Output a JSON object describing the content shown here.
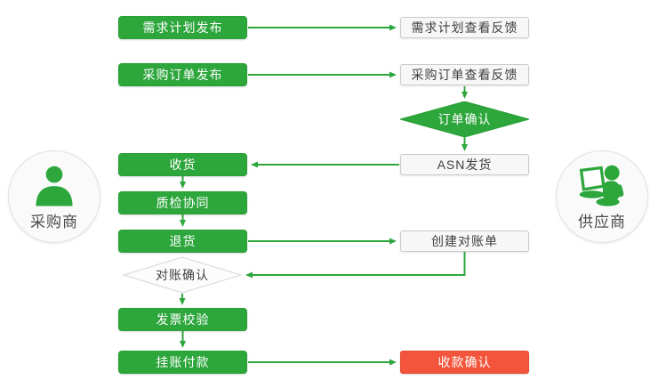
{
  "diagram_type": "flowchart",
  "colors": {
    "green": "#2DA63C",
    "red": "#F2553C",
    "white_box_bg": "#F7F7F7",
    "white_box_border": "#CBCBCB",
    "dark_text": "#404040"
  },
  "actors": {
    "buyer": {
      "label": "采购商",
      "icon": "person-icon"
    },
    "supplier": {
      "label": "供应商",
      "icon": "person-with-laptop-icon"
    }
  },
  "nodes": {
    "demand_plan_publish": {
      "label": "需求计划发布",
      "style": "green-box"
    },
    "demand_plan_feedback": {
      "label": "需求计划查看反馈",
      "style": "white-box"
    },
    "po_publish": {
      "label": "采购订单发布",
      "style": "green-box"
    },
    "po_feedback": {
      "label": "采购订单查看反馈",
      "style": "white-box"
    },
    "order_confirm": {
      "label": "订单确认",
      "style": "green-diamond"
    },
    "asn_ship": {
      "label": "ASN发货",
      "style": "white-box"
    },
    "receive": {
      "label": "收货",
      "style": "green-box"
    },
    "quality_check": {
      "label": "质检协同",
      "style": "green-box"
    },
    "return_goods": {
      "label": "退货",
      "style": "green-box"
    },
    "create_statement": {
      "label": "创建对账单",
      "style": "white-box"
    },
    "statement_confirm": {
      "label": "对账确认",
      "style": "white-diamond"
    },
    "invoice_check": {
      "label": "发票校验",
      "style": "green-box"
    },
    "pending_payment": {
      "label": "挂账付款",
      "style": "green-box"
    },
    "payment_confirm": {
      "label": "收款确认",
      "style": "red-box"
    }
  },
  "edges": [
    {
      "from": "demand_plan_publish",
      "to": "demand_plan_feedback"
    },
    {
      "from": "po_publish",
      "to": "po_feedback"
    },
    {
      "from": "po_feedback",
      "to": "order_confirm"
    },
    {
      "from": "order_confirm",
      "to": "asn_ship"
    },
    {
      "from": "asn_ship",
      "to": "receive"
    },
    {
      "from": "receive",
      "to": "quality_check"
    },
    {
      "from": "quality_check",
      "to": "return_goods"
    },
    {
      "from": "return_goods",
      "to": "create_statement"
    },
    {
      "from": "create_statement",
      "to": "statement_confirm"
    },
    {
      "from": "statement_confirm",
      "to": "invoice_check"
    },
    {
      "from": "invoice_check",
      "to": "pending_payment"
    },
    {
      "from": "pending_payment",
      "to": "payment_confirm"
    }
  ]
}
